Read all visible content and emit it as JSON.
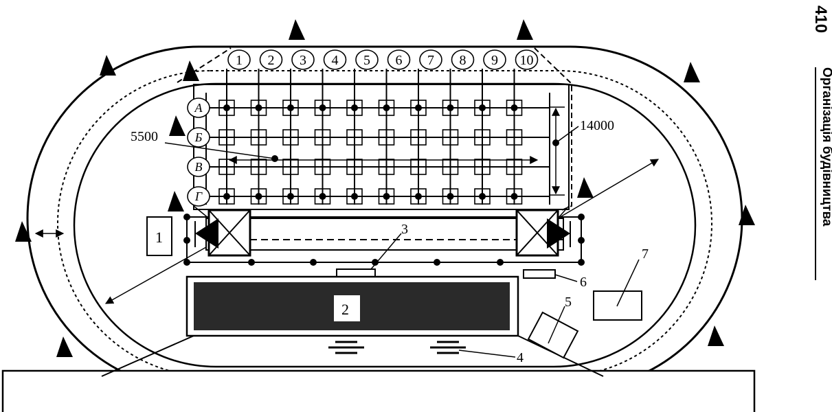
{
  "page_number": "410",
  "running_title": "Організація будівництва",
  "axes": {
    "columns": [
      "1",
      "2",
      "3",
      "4",
      "5",
      "6",
      "7",
      "8",
      "9",
      "10"
    ],
    "rows": [
      "А",
      "Б",
      "В",
      "Г"
    ]
  },
  "dimensions": {
    "span": "5500",
    "width": "14000"
  },
  "callouts": [
    "1",
    "2",
    "3",
    "4",
    "5",
    "6",
    "7"
  ]
}
